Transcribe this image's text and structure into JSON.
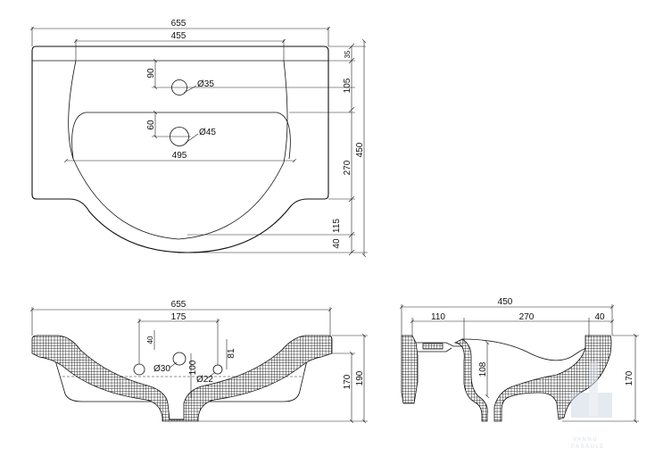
{
  "top_view": {
    "dims": {
      "overall_width": "655",
      "inner_width": "455",
      "tap_offset": "90",
      "tap_hole": "Ø35",
      "drain_offset": "60",
      "drain_hole": "Ø45",
      "bowl_width": "495",
      "rim_depth": "35",
      "tap_to_edge": "105",
      "total_depth": "450",
      "bowl_depth": "270",
      "front_bulge": "115",
      "front_lip": "40"
    }
  },
  "front_section": {
    "dims": {
      "overall_width": "655",
      "hole_spacing": "175",
      "tap_height": "40",
      "hole_a": "Ø30",
      "hole_a_depth": "100",
      "hole_b": "Ø22",
      "hole_b_height": "81",
      "inner_height": "170",
      "total_height": "190"
    }
  },
  "side_section": {
    "dims": {
      "overall_depth": "450",
      "rear_part": "110",
      "mid_part": "270",
      "front_part": "40",
      "drain_height": "108",
      "total_height": "170"
    }
  },
  "watermark": {
    "line1": "VANNU",
    "line2": "PASAULE"
  },
  "colors": {
    "line": "#111111",
    "watermark": "#b9c6d2"
  }
}
